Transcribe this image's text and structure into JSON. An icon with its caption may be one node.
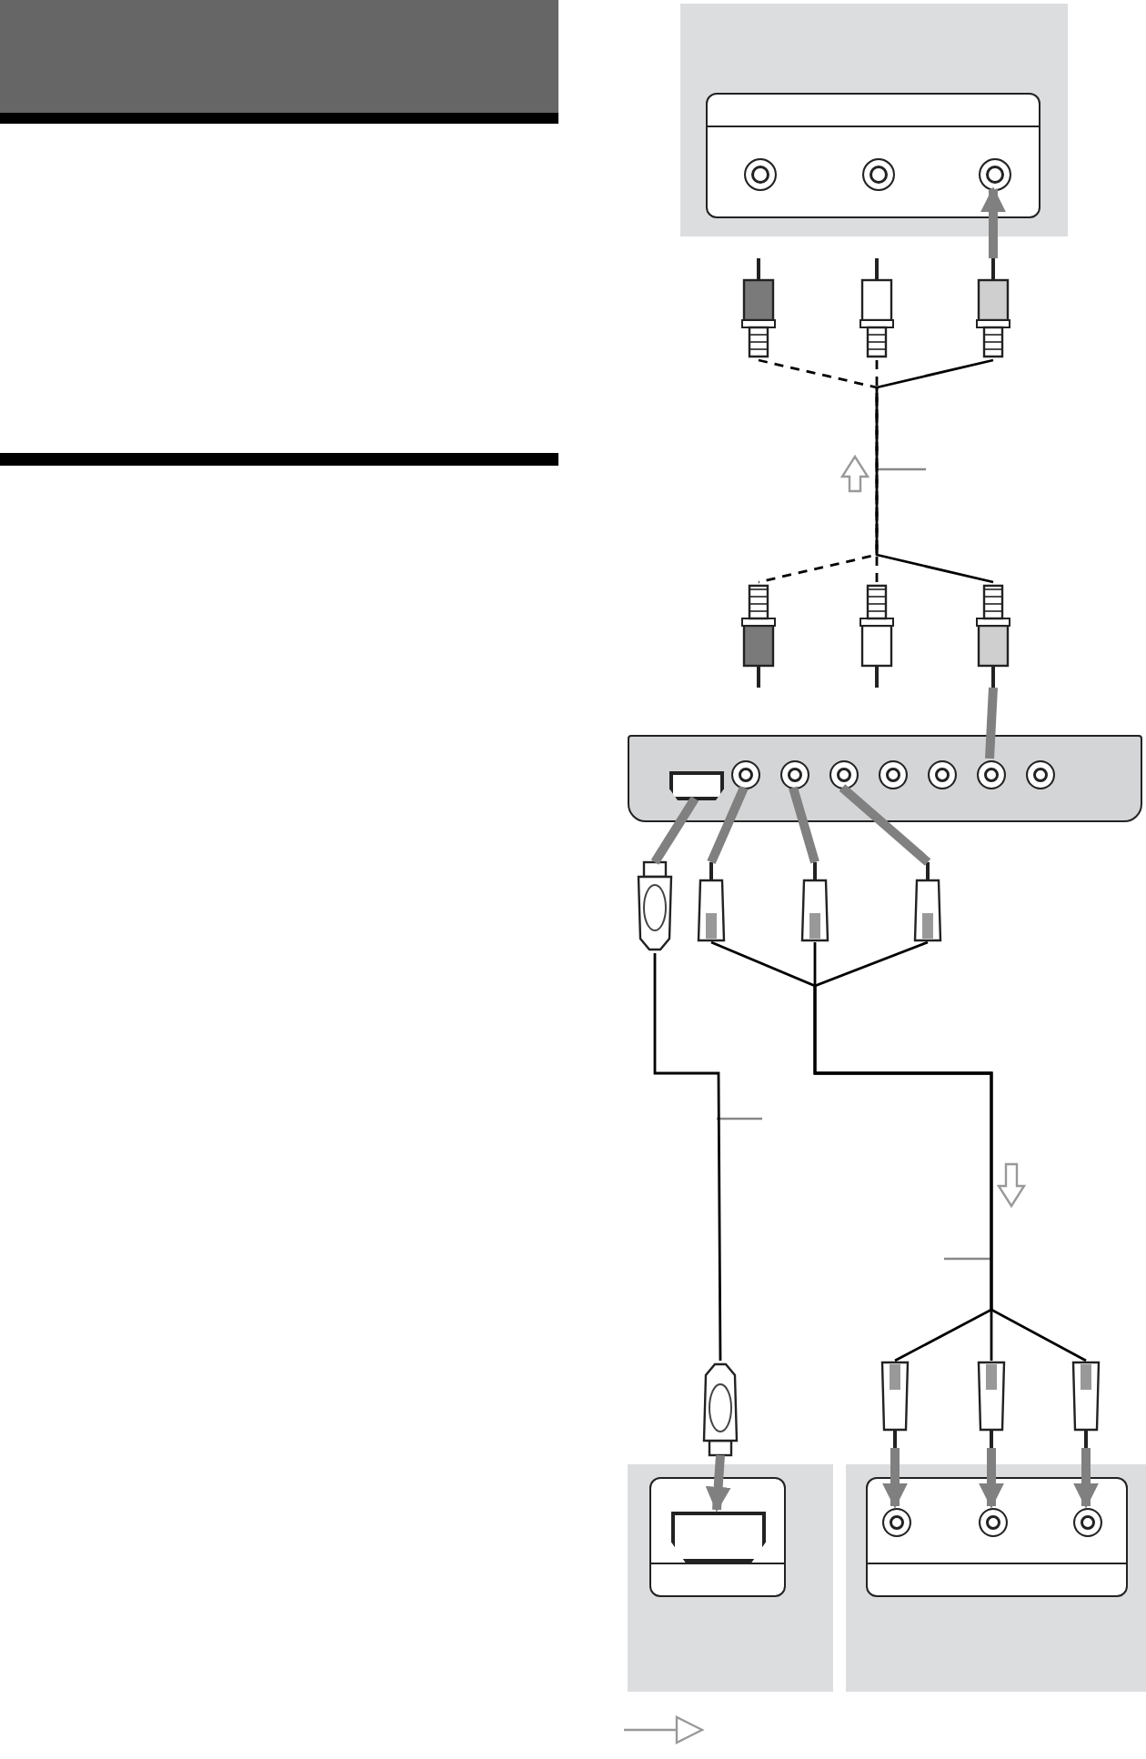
{
  "diagram": {
    "nodes": [
      {
        "text": [],
        "shape": "box"
      },
      {
        "text": [],
        "shape": "box",
        "in": 0
      },
      {
        "text": [],
        "shape": "circle",
        "in": 1
      },
      {
        "text": [],
        "shape": "circle",
        "in": 1
      },
      {
        "text": [],
        "shape": "circle",
        "in": 1
      },
      {
        "text": [],
        "shape": "plug"
      },
      {
        "text": [],
        "shape": "plug"
      },
      {
        "text": [],
        "shape": "plug"
      },
      {
        "text": [],
        "shape": "plug"
      },
      {
        "text": [],
        "shape": "plug"
      },
      {
        "text": [],
        "shape": "plug"
      },
      {
        "text": [],
        "shape": "box"
      },
      {
        "text": [],
        "shape": "box",
        "in": 11
      },
      {
        "text": [],
        "shape": "circle",
        "in": 11
      },
      {
        "text": [],
        "shape": "circle",
        "in": 11
      },
      {
        "text": [],
        "shape": "circle",
        "in": 11
      },
      {
        "text": [],
        "shape": "circle",
        "in": 11
      },
      {
        "text": [],
        "shape": "circle",
        "in": 11
      },
      {
        "text": [],
        "shape": "circle",
        "in": 11
      },
      {
        "text": [],
        "shape": "circle",
        "in": 11
      },
      {
        "text": [],
        "shape": "plug"
      },
      {
        "text": [],
        "shape": "plug"
      },
      {
        "text": [],
        "shape": "plug"
      },
      {
        "text": [],
        "shape": "plug"
      },
      {
        "text": [],
        "shape": "plug"
      },
      {
        "text": [],
        "shape": "plug"
      },
      {
        "text": [],
        "shape": "plug"
      },
      {
        "text": [],
        "shape": "plug"
      },
      {
        "text": [],
        "shape": "box"
      },
      {
        "text": [],
        "shape": "box",
        "in": 28
      },
      {
        "text": [],
        "shape": "box",
        "in": 29
      },
      {
        "text": [],
        "shape": "box"
      },
      {
        "text": [],
        "shape": "box",
        "in": 31
      },
      {
        "text": [],
        "shape": "circle",
        "in": 32
      },
      {
        "text": [],
        "shape": "circle",
        "in": 32
      },
      {
        "text": [],
        "shape": "circle",
        "in": 32
      }
    ],
    "edges": [
      {
        "from": 7,
        "to": 4,
        "arrow": "to"
      },
      {
        "from": 5,
        "to": 8,
        "arrow": "none",
        "style": "dashed",
        "color": "#000000"
      },
      {
        "from": 6,
        "to": 9,
        "arrow": "none",
        "style": "dashed",
        "color": "#000000"
      },
      {
        "from": 7,
        "to": 10,
        "arrow": "none",
        "color": "#000000"
      },
      {
        "from": 10,
        "to": 18,
        "arrow": "none"
      },
      {
        "from": 20,
        "to": 12,
        "arrow": "none"
      },
      {
        "from": 21,
        "to": 13,
        "arrow": "none"
      },
      {
        "from": 22,
        "to": 14,
        "arrow": "none"
      },
      {
        "from": 23,
        "to": 15,
        "arrow": "none"
      },
      {
        "from": 20,
        "to": 24,
        "arrow": "none",
        "color": "#000000"
      },
      {
        "from": 21,
        "to": 25,
        "arrow": "none",
        "color": "#000000"
      },
      {
        "from": 22,
        "to": 26,
        "arrow": "none",
        "color": "#000000"
      },
      {
        "from": 23,
        "to": 27,
        "arrow": "none",
        "color": "#000000"
      },
      {
        "from": 24,
        "to": 30,
        "arrow": "to"
      },
      {
        "from": 25,
        "to": 33,
        "arrow": "to"
      },
      {
        "from": 26,
        "to": 34,
        "arrow": "to"
      },
      {
        "from": 27,
        "to": 35,
        "arrow": "to"
      }
    ]
  }
}
